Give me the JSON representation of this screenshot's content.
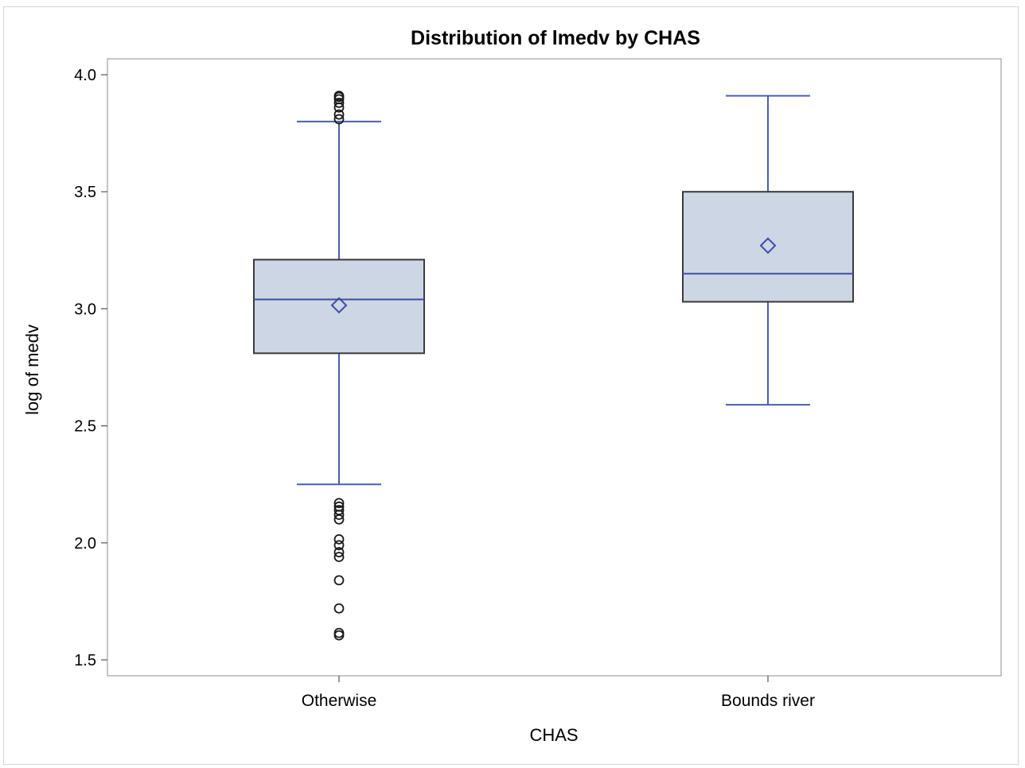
{
  "chart_data": {
    "type": "box",
    "title": "Distribution of lmedv by CHAS",
    "xlabel": "CHAS",
    "ylabel": "log of medv",
    "ylim": [
      1.5,
      4.0
    ],
    "yticks": [
      "1.5",
      "2.0",
      "2.5",
      "3.0",
      "3.5",
      "4.0"
    ],
    "categories": [
      "Otherwise",
      "Bounds river"
    ],
    "boxes": [
      {
        "category": "Otherwise",
        "whisker_low": 2.25,
        "q1": 2.81,
        "median": 3.04,
        "mean": 3.015,
        "q3": 3.21,
        "whisker_high": 3.8,
        "outliers": [
          3.91,
          3.905,
          3.895,
          3.88,
          3.86,
          3.83,
          3.81,
          2.17,
          2.155,
          2.14,
          2.12,
          2.1,
          2.015,
          1.99,
          1.96,
          1.94,
          1.84,
          1.72,
          1.615,
          1.605
        ]
      },
      {
        "category": "Bounds river",
        "whisker_low": 2.59,
        "q1": 3.03,
        "median": 3.15,
        "mean": 3.27,
        "q3": 3.5,
        "whisker_high": 3.91,
        "outliers": []
      }
    ],
    "colors": {
      "box_fill": "#cdd6e4",
      "box_border": "#3a3a3a",
      "whisker": "#4a5eb0",
      "median": "#3b4ea3",
      "mean_marker": "#3b4ea3",
      "outlier": "#1a1a1a",
      "plot_border": "#a0a0a0"
    },
    "grid": false,
    "legend": "none"
  }
}
